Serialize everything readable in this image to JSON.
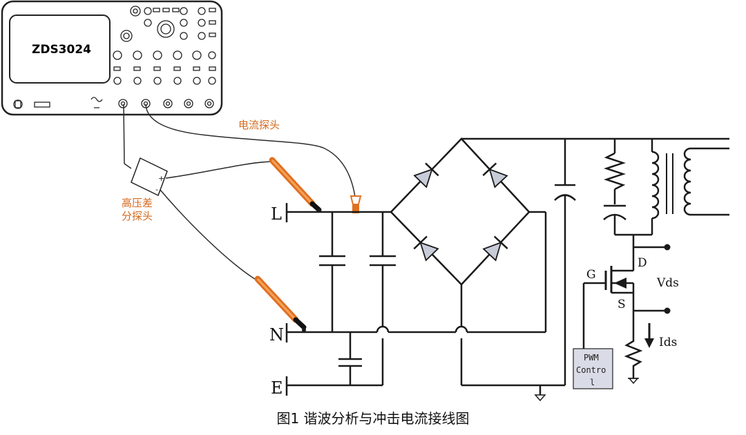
{
  "oscilloscope": {
    "model": "ZDS3024"
  },
  "probes": {
    "current_probe_label": "电流探头",
    "diff_probe_label_line1": "高压差",
    "diff_probe_label_line2": "分探头"
  },
  "nodes": {
    "L": "L",
    "N": "N",
    "E": "E"
  },
  "mosfet": {
    "gate": "G",
    "drain": "D",
    "source": "S"
  },
  "measurements": {
    "vds": "Vds",
    "ids": "Ids"
  },
  "pwm_box": {
    "line1": "PWM",
    "line2": "Contro",
    "line3": "l"
  },
  "caption": "图1 谐波分析与冲击电流接线图",
  "colors": {
    "probe_orange": "#e07020",
    "line": "#1a1a1a",
    "diode_fill": "#c8ccd8",
    "pwm_fill": "#d9dce6"
  }
}
